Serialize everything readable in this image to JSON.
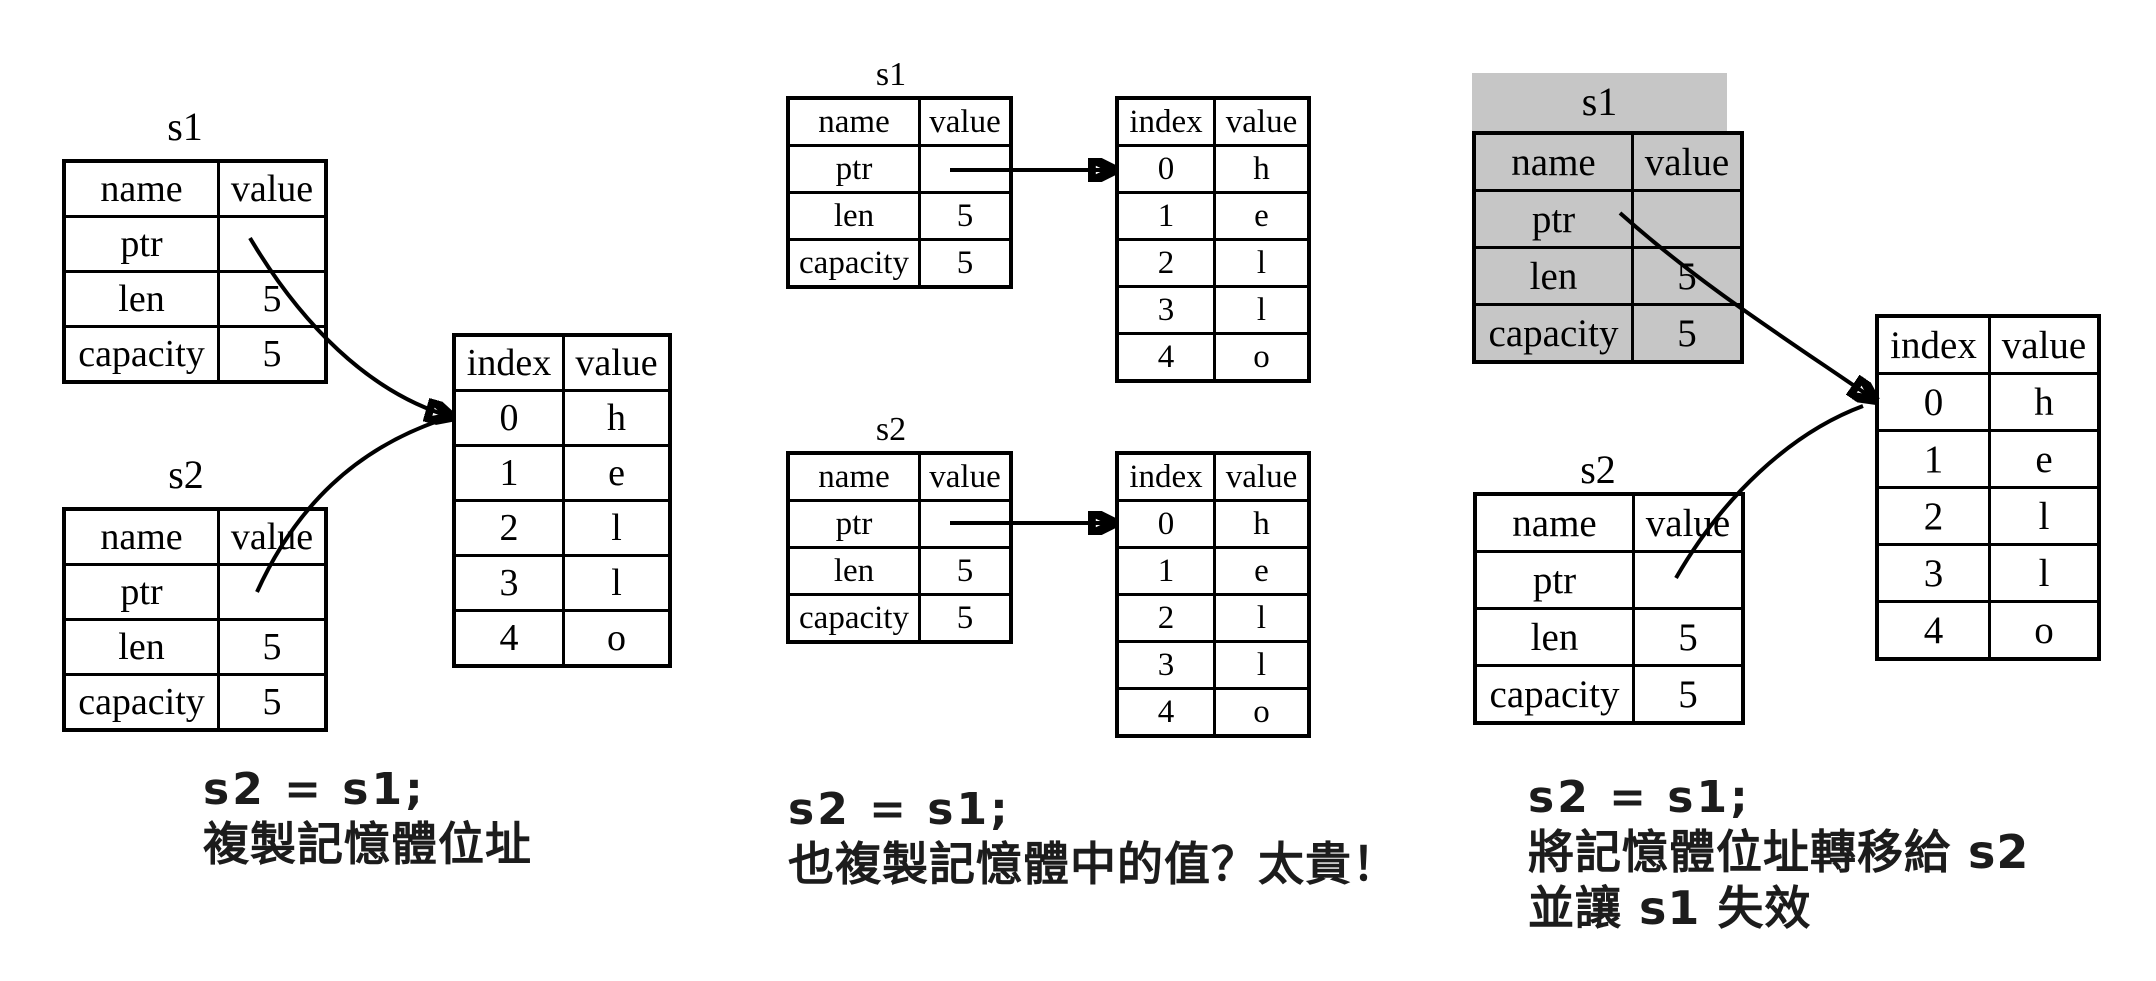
{
  "colors": {
    "background": "#ffffff",
    "line": "#000000",
    "invalid_fill": "#c6c6c6"
  },
  "left": {
    "s1": {
      "label": "s1",
      "headers": [
        "name",
        "value"
      ],
      "rows": [
        [
          "ptr",
          ""
        ],
        [
          "len",
          "5"
        ],
        [
          "capacity",
          "5"
        ]
      ]
    },
    "s2": {
      "label": "s2",
      "headers": [
        "name",
        "value"
      ],
      "rows": [
        [
          "ptr",
          ""
        ],
        [
          "len",
          "5"
        ],
        [
          "capacity",
          "5"
        ]
      ]
    },
    "heap": {
      "headers": [
        "index",
        "value"
      ],
      "rows": [
        [
          "0",
          "h"
        ],
        [
          "1",
          "e"
        ],
        [
          "2",
          "l"
        ],
        [
          "3",
          "l"
        ],
        [
          "4",
          "o"
        ]
      ]
    },
    "caption": {
      "code": "s2 = s1;",
      "line1": "複製記憶體位址"
    }
  },
  "middle": {
    "s1": {
      "label": "s1",
      "headers": [
        "name",
        "value"
      ],
      "rows": [
        [
          "ptr",
          ""
        ],
        [
          "len",
          "5"
        ],
        [
          "capacity",
          "5"
        ]
      ]
    },
    "s1_heap": {
      "headers": [
        "index",
        "value"
      ],
      "rows": [
        [
          "0",
          "h"
        ],
        [
          "1",
          "e"
        ],
        [
          "2",
          "l"
        ],
        [
          "3",
          "l"
        ],
        [
          "4",
          "o"
        ]
      ]
    },
    "s2": {
      "label": "s2",
      "headers": [
        "name",
        "value"
      ],
      "rows": [
        [
          "ptr",
          ""
        ],
        [
          "len",
          "5"
        ],
        [
          "capacity",
          "5"
        ]
      ]
    },
    "s2_heap": {
      "headers": [
        "index",
        "value"
      ],
      "rows": [
        [
          "0",
          "h"
        ],
        [
          "1",
          "e"
        ],
        [
          "2",
          "l"
        ],
        [
          "3",
          "l"
        ],
        [
          "4",
          "o"
        ]
      ]
    },
    "caption": {
      "code": "s2 = s1;",
      "line1": "也複製記憶體中的值？太貴！"
    }
  },
  "right": {
    "s1": {
      "label": "s1",
      "headers": [
        "name",
        "value"
      ],
      "rows": [
        [
          "ptr",
          ""
        ],
        [
          "len",
          "5"
        ],
        [
          "capacity",
          "5"
        ]
      ]
    },
    "s2": {
      "label": "s2",
      "headers": [
        "name",
        "value"
      ],
      "rows": [
        [
          "ptr",
          ""
        ],
        [
          "len",
          "5"
        ],
        [
          "capacity",
          "5"
        ]
      ]
    },
    "heap": {
      "headers": [
        "index",
        "value"
      ],
      "rows": [
        [
          "0",
          "h"
        ],
        [
          "1",
          "e"
        ],
        [
          "2",
          "l"
        ],
        [
          "3",
          "l"
        ],
        [
          "4",
          "o"
        ]
      ]
    },
    "caption": {
      "code": "s2 = s1;",
      "line1": "將記憶體位址轉移給 s2",
      "line2": "並讓 s1 失效"
    }
  }
}
